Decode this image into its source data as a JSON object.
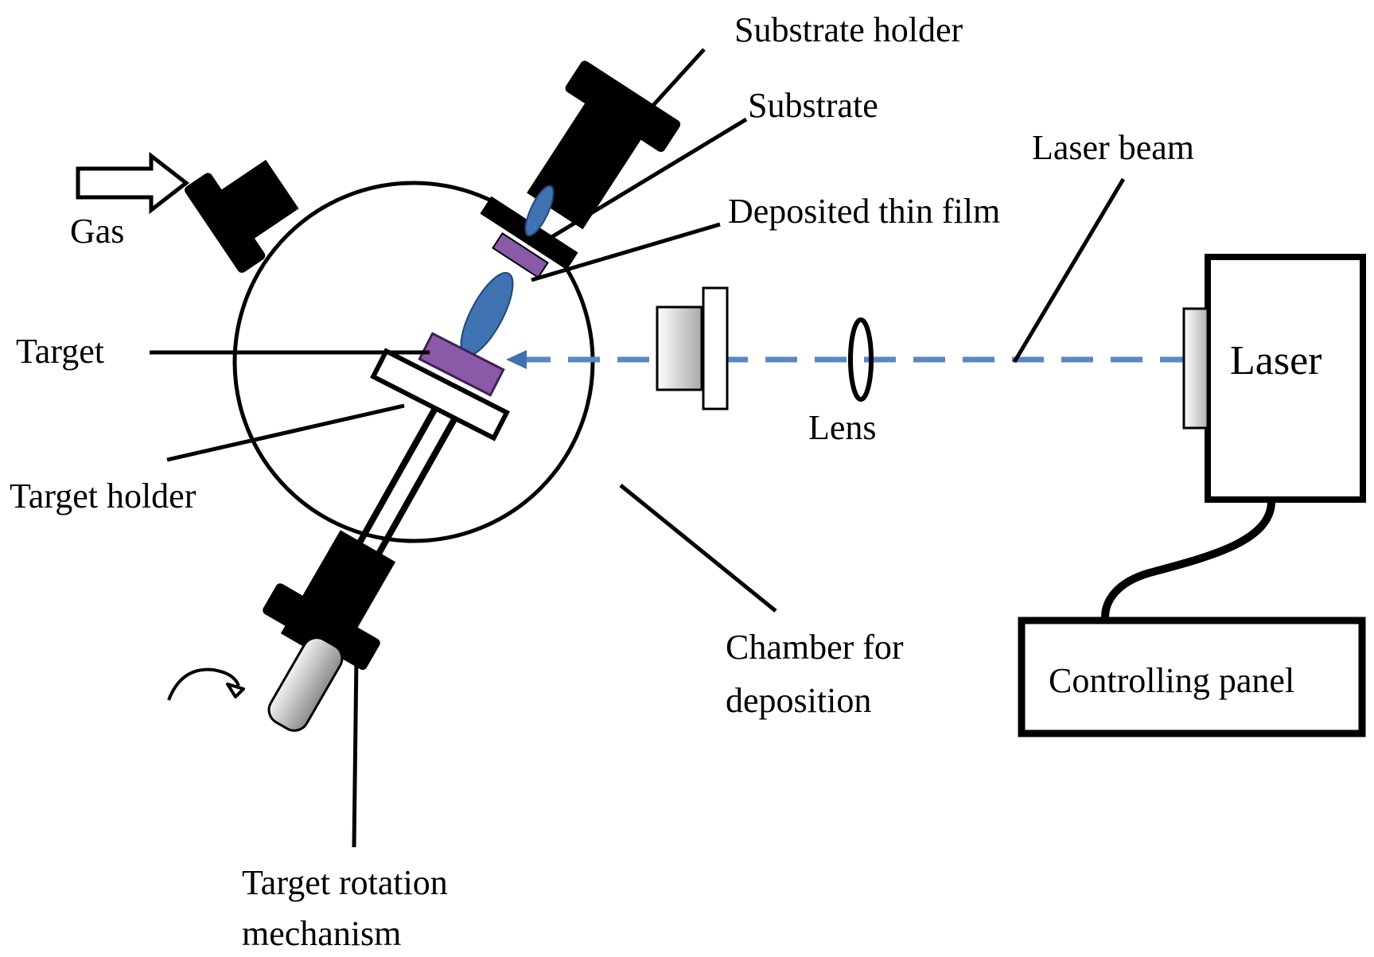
{
  "labels": {
    "substrate_holder": "Substrate holder",
    "substrate": "Substrate",
    "laser_beam": "Laser beam",
    "deposited_thin_film": "Deposited thin film",
    "gas": "Gas",
    "target": "Target",
    "laser": "Laser",
    "lens": "Lens",
    "target_holder": "Target holder",
    "chamber_line1": "Chamber for",
    "chamber_line2": "deposition",
    "controlling_panel": "Controlling panel",
    "rotation_line1": "Target rotation",
    "rotation_line2": "mechanism"
  },
  "colors": {
    "beam": "#5b87c2",
    "plume": "#3f72b0",
    "target_material": "#8a5aa8",
    "outline": "#000000",
    "metal_light": "#e6e6e6",
    "metal_dark": "#9a9a9a"
  }
}
